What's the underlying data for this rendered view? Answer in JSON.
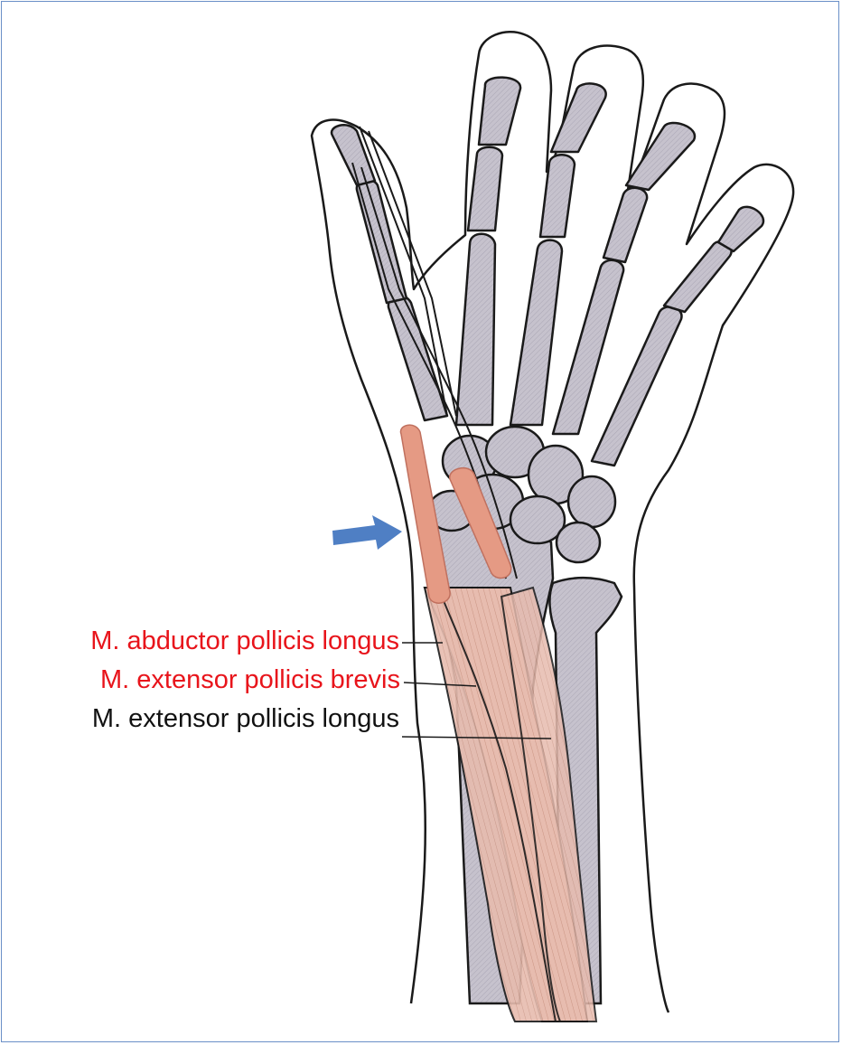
{
  "labels": {
    "abductor_pollicis_longus": "M. abductor pollicis longus",
    "extensor_pollicis_brevis": "M. extensor pollicis brevis",
    "extensor_pollicis_longus": "M. extensor pollicis longus"
  },
  "colors": {
    "label_highlight": "#e8141b",
    "label_normal": "#111111",
    "arrow": "#4f7fc4",
    "frame": "#6a8fc7",
    "bone_fill": "#c4c1cc",
    "muscle_fill": "#e3b1a3",
    "tendon_highlight": "#e59a84",
    "skin_outline": "#1a1a1a"
  },
  "icons": {
    "pointer": "arrow-right-icon"
  }
}
